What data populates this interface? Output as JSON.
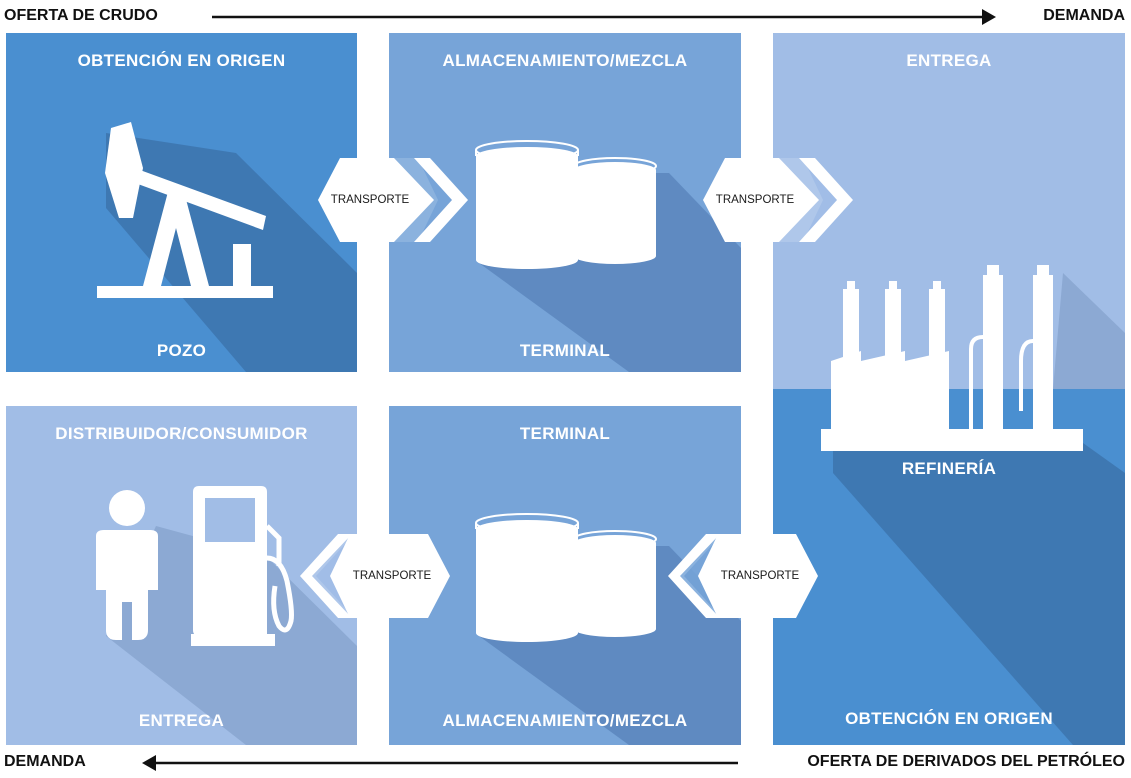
{
  "top_flow": {
    "left_label": "OFERTA DE CRUDO",
    "right_label": "DEMANDA"
  },
  "bottom_flow": {
    "left_label": "DEMANDA",
    "right_label": "OFERTA DE DERIVADOS DEL PETRÓLEO"
  },
  "panels": {
    "top_left": {
      "title": "OBTENCIÓN EN ORIGEN",
      "caption": "POZO"
    },
    "top_middle": {
      "title": "ALMACENAMIENTO/MEZCLA",
      "caption": "TERMINAL"
    },
    "right": {
      "title": "ENTREGA",
      "caption": "REFINERÍA",
      "bottom_caption": "OBTENCIÓN EN ORIGEN"
    },
    "bottom_middle": {
      "title": "TERMINAL",
      "caption": "ALMACENAMIENTO/MEZCLA"
    },
    "bottom_left": {
      "title": "DISTRIBUIDOR/CONSUMIDOR",
      "caption": "ENTREGA"
    }
  },
  "connectors": {
    "top_1": "TRANSPORTE",
    "top_2": "TRANSPORTE",
    "bottom_1": "TRANSPORTE",
    "bottom_2": "TRANSPORTE"
  },
  "colors": {
    "dark_blue": "#4a8fd0",
    "mid_blue": "#77a4d8",
    "light_blue": "#a1bde6",
    "shadow": "#3b70a8",
    "white": "#ffffff"
  }
}
